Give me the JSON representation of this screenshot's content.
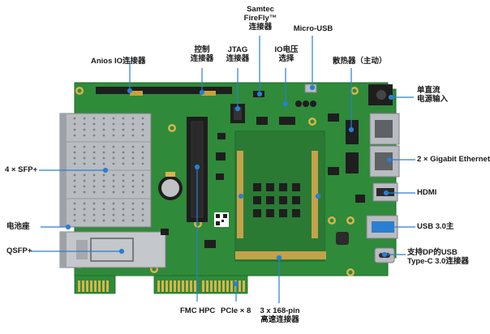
{
  "title": "",
  "labels": {
    "anios": "Anios IO连接器",
    "control_1": "控制",
    "control_2": "连接器",
    "jtag_1": "JTAG",
    "jtag_2": "连接器",
    "samtec_1": "Samtec",
    "samtec_2": "FireFly™",
    "samtec_3": "连接器",
    "micro_usb": "Micro-USB",
    "io_v_1": "IO电压",
    "io_v_2": "选择",
    "heatsink": "散热器（主动）",
    "dc_1": "单直流",
    "dc_2": "电源输入",
    "sfp": "4 × SFP+",
    "battery": "电池座",
    "qsfp": "QSFP+",
    "gbe": "2 × Gigabit Ethernet",
    "hdmi": "HDMI",
    "usb3": "USB 3.0主",
    "dp_1": "支持DP的USB",
    "dp_2": "Type-C 3.0连接器",
    "fmc": "FMC HPC",
    "pcie": "PCIe × 8",
    "hs_1": "3 x 168-pin",
    "hs_2": "高速连接器"
  },
  "colors": {
    "pcb": "#2f8a3a",
    "pcb_dark": "#1f6a2a",
    "callout": "#2a7fd0",
    "gold": "#d8b44a",
    "metal": "#b9bcc0",
    "chip": "#1e1e1e"
  }
}
